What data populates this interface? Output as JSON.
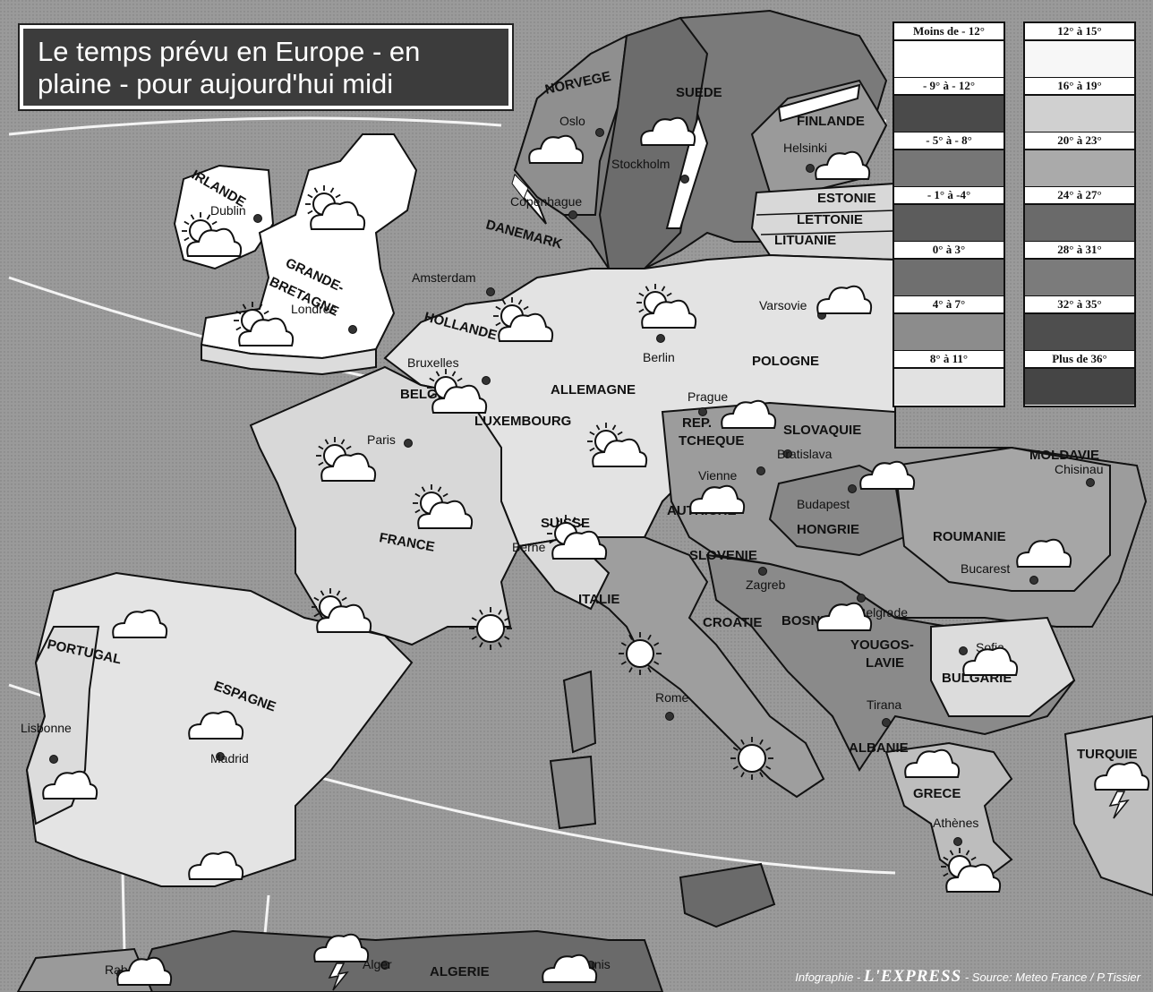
{
  "title": "Le temps prévu en Europe - en plaine - pour aujourd'hui midi",
  "credit": {
    "prefix": "Infographie -",
    "brand": "L'EXPRESS",
    "source": "- Source: Meteo France / P.Tissier"
  },
  "legend": {
    "left": [
      {
        "label": "Moins de - 12°",
        "color": "#ffffff"
      },
      {
        "label": "- 9° à - 12°",
        "color": "#4a4a4a"
      },
      {
        "label": "- 5° à - 8°",
        "color": "#767676"
      },
      {
        "label": "- 1° à -4°",
        "color": "#5c5c5c"
      },
      {
        "label": "0° à 3°",
        "color": "#6f6f6f"
      },
      {
        "label": "4° à 7°",
        "color": "#8c8c8c"
      },
      {
        "label": "8° à 11°",
        "color": "#e2e2e2"
      }
    ],
    "right": [
      {
        "label": "12° à 15°",
        "color": "#f7f7f7"
      },
      {
        "label": "16° à 19°",
        "color": "#d0d0d0"
      },
      {
        "label": "20° à 23°",
        "color": "#aaaaaa"
      },
      {
        "label": "24° à 27°",
        "color": "#6a6a6a"
      },
      {
        "label": "28° à 31°",
        "color": "#7b7b7b"
      },
      {
        "label": "32° à 35°",
        "color": "#4e4e4e"
      },
      {
        "label": "Plus de 36°",
        "color": "#454545"
      }
    ]
  },
  "countries": [
    {
      "name": "NORVEGE"
    },
    {
      "name": "SUEDE"
    },
    {
      "name": "FINLANDE"
    },
    {
      "name": "ESTONIE"
    },
    {
      "name": "LETTONIE"
    },
    {
      "name": "LITUANIE"
    },
    {
      "name": "DANEMARK"
    },
    {
      "name": "IRLANDE"
    },
    {
      "name": "GRANDE-"
    },
    {
      "name": "BRETAGNE"
    },
    {
      "name": "HOLLANDE"
    },
    {
      "name": "BELGIQUE"
    },
    {
      "name": "LUXEMBOURG"
    },
    {
      "name": "ALLEMAGNE"
    },
    {
      "name": "POLOGNE"
    },
    {
      "name": "REP."
    },
    {
      "name": "TCHEQUE"
    },
    {
      "name": "SLOVAQUIE"
    },
    {
      "name": "MOLDAVIE"
    },
    {
      "name": "AUTRICHE"
    },
    {
      "name": "HONGRIE"
    },
    {
      "name": "ROUMANIE"
    },
    {
      "name": "SUISSE"
    },
    {
      "name": "FRANCE"
    },
    {
      "name": "SLOVENIE"
    },
    {
      "name": "CROATIE"
    },
    {
      "name": "BOSNIE"
    },
    {
      "name": "YOUGOS-"
    },
    {
      "name": "LAVIE"
    },
    {
      "name": "BULGARIE"
    },
    {
      "name": "ITALIE"
    },
    {
      "name": "ALBANIE"
    },
    {
      "name": "GRECE"
    },
    {
      "name": "TURQUIE"
    },
    {
      "name": "PORTUGAL"
    },
    {
      "name": "ESPAGNE"
    },
    {
      "name": "ALGERIE"
    }
  ],
  "cities": [
    {
      "name": "Oslo"
    },
    {
      "name": "Stockholm"
    },
    {
      "name": "Helsinki"
    },
    {
      "name": "Copenhague"
    },
    {
      "name": "Dublin"
    },
    {
      "name": "Londres"
    },
    {
      "name": "Amsterdam"
    },
    {
      "name": "Bruxelles"
    },
    {
      "name": "Berlin"
    },
    {
      "name": "Varsovie"
    },
    {
      "name": "Prague"
    },
    {
      "name": "Bratislava"
    },
    {
      "name": "Vienne"
    },
    {
      "name": "Budapest"
    },
    {
      "name": "Chisinau"
    },
    {
      "name": "Paris"
    },
    {
      "name": "Berne"
    },
    {
      "name": "Zagreb"
    },
    {
      "name": "Belgrade"
    },
    {
      "name": "Bucarest"
    },
    {
      "name": "Sofia"
    },
    {
      "name": "Rome"
    },
    {
      "name": "Tirana"
    },
    {
      "name": "Athènes"
    },
    {
      "name": "Lisbonne"
    },
    {
      "name": "Madrid"
    },
    {
      "name": "Alger"
    },
    {
      "name": "Tunis"
    },
    {
      "name": "Rabat"
    }
  ],
  "weather_icons": [
    {
      "type": "cloud"
    },
    {
      "type": "cloud"
    },
    {
      "type": "cloud"
    },
    {
      "type": "sun-cloud"
    },
    {
      "type": "sun-cloud"
    },
    {
      "type": "sun-cloud"
    },
    {
      "type": "sun-cloud"
    },
    {
      "type": "sun-cloud"
    },
    {
      "type": "cloud"
    },
    {
      "type": "sun-cloud"
    },
    {
      "type": "sun-cloud"
    },
    {
      "type": "cloud"
    },
    {
      "type": "sun-cloud"
    },
    {
      "type": "sun-cloud"
    },
    {
      "type": "cloud"
    },
    {
      "type": "cloud"
    },
    {
      "type": "sun-cloud"
    },
    {
      "type": "sun-cloud"
    },
    {
      "type": "sun"
    },
    {
      "type": "sun"
    },
    {
      "type": "cloud"
    },
    {
      "type": "cloud"
    },
    {
      "type": "cloud"
    },
    {
      "type": "sun"
    },
    {
      "type": "cloud"
    },
    {
      "type": "storm-cloud"
    },
    {
      "type": "cloud"
    },
    {
      "type": "cloud"
    },
    {
      "type": "sun-cloud"
    },
    {
      "type": "cloud"
    },
    {
      "type": "cloud"
    },
    {
      "type": "storm-cloud"
    },
    {
      "type": "cloud"
    },
    {
      "type": "cloud"
    }
  ]
}
